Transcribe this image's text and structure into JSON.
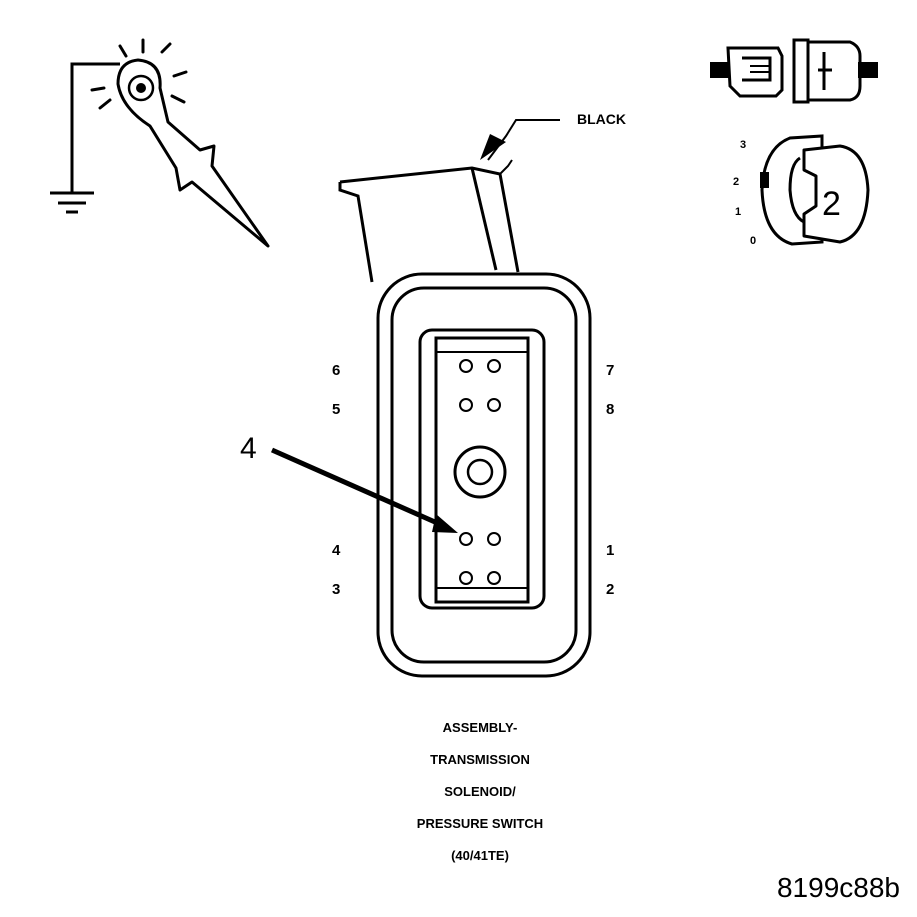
{
  "wire_color_label": "BLACK",
  "callout_number": "4",
  "pin_numbers": {
    "left": [
      "6",
      "5",
      "4",
      "3"
    ],
    "right": [
      "7",
      "8",
      "1",
      "2"
    ]
  },
  "caption_lines": [
    "ASSEMBLY-",
    "TRANSMISSION",
    "SOLENOID/",
    "PRESSURE SWITCH",
    "(40/41TE)"
  ],
  "ignition_switch": {
    "positions": [
      "3",
      "2",
      "1",
      "0"
    ],
    "selected": "2"
  },
  "figure_id": "8199c88b"
}
